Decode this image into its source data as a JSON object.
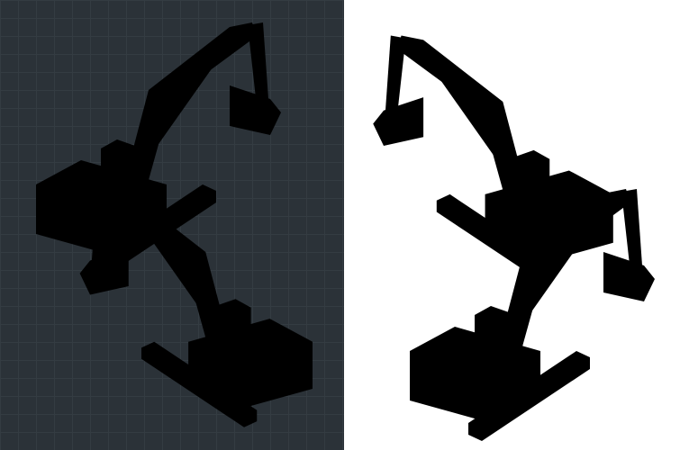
{
  "panels": [
    {
      "name": "dark-blueprint",
      "background": "#2b3238",
      "line_color": "#efe1c2",
      "grid": true
    },
    {
      "name": "light-blueprint",
      "background": "#ffffff",
      "line_color": "#1a1a1a",
      "grid": false
    }
  ],
  "illustration": {
    "subject": "excavator",
    "views_per_panel": 2
  }
}
